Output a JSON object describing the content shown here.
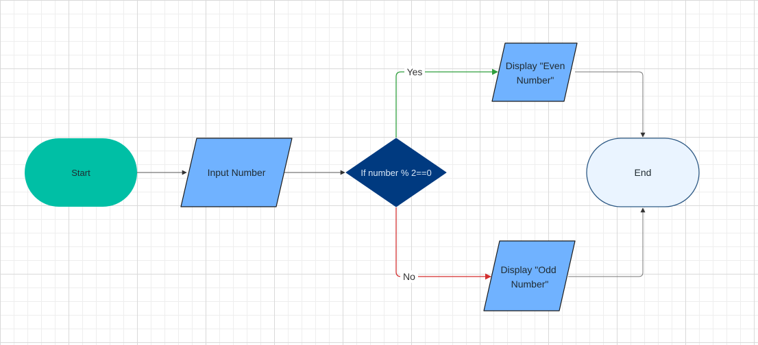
{
  "colors": {
    "start_fill": "#00bfa5",
    "io_fill": "#70b2ff",
    "decision_fill": "#003a80",
    "end_fill": "#eaf4ff",
    "end_stroke": "#2f5a85",
    "connector": "#555555",
    "yes_line": "#2e9e3c",
    "no_line": "#d32f2f"
  },
  "nodes": {
    "start": "Start",
    "input": "Input Number",
    "decision": "If number % 2==0",
    "even_line1": "Display \"Even",
    "even_line2": "Number\"",
    "odd_line1": "Display \"Odd",
    "odd_line2": "Number\"",
    "end": "End"
  },
  "edges": {
    "yes_label": "Yes",
    "no_label": "No"
  }
}
